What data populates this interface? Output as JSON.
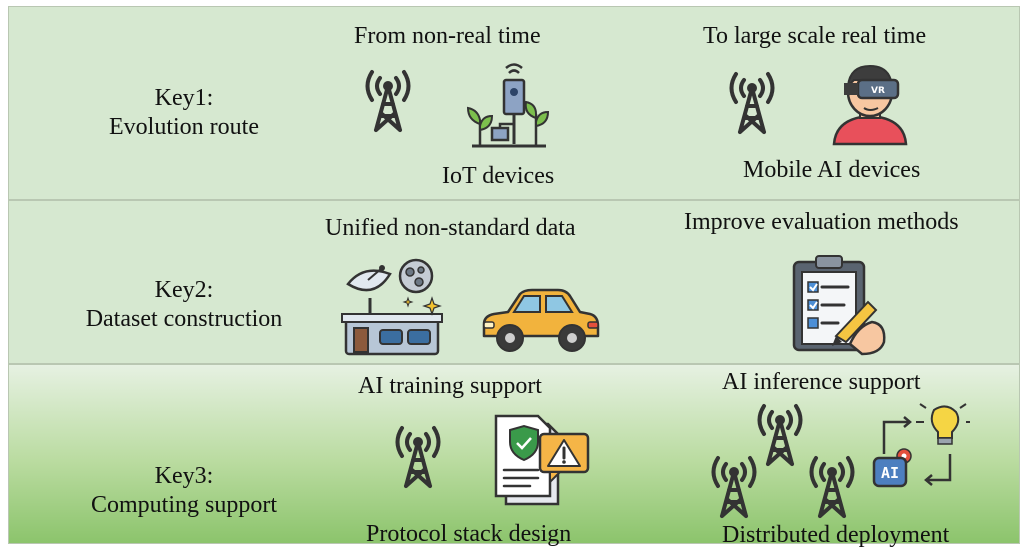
{
  "rows": [
    {
      "key_line1": "Key1:",
      "key_line2": "Evolution route",
      "left_heading": "From  non-real time",
      "left_caption": "IoT devices",
      "right_heading": "To large scale real time",
      "right_caption": "Mobile AI devices"
    },
    {
      "key_line1": "Key2:",
      "key_line2": "Dataset construction",
      "left_heading": "Unified non-standard data",
      "right_heading": "Improve evaluation methods"
    },
    {
      "key_line1": "Key3:",
      "key_line2": "Computing support",
      "left_heading": "AI training  support",
      "left_caption": "Protocol stack design",
      "right_heading": "AI inference  support",
      "right_caption": "Distributed deployment",
      "ai_chip_label": "AI"
    }
  ],
  "icons": {
    "row1_left": [
      "antenna-tower-icon",
      "iot-sensor-plants-icon"
    ],
    "row1_right": [
      "antenna-tower-icon",
      "vr-headset-user-icon"
    ],
    "row2_left": [
      "satellite-dish-station-icon",
      "car-icon"
    ],
    "row2_right": [
      "clipboard-checklist-icon"
    ],
    "row3_left": [
      "antenna-tower-icon",
      "protocol-document-warning-icon"
    ],
    "row3_right": [
      "antenna-tower-icon",
      "ai-chip-lightbulb-icon"
    ],
    "vr_label": "VR"
  },
  "colors": {
    "band": "#d6e8d0",
    "band_bottom": "#8cc46c",
    "icon_stroke": "#333333",
    "tower_blue": "#3b5a82",
    "car_yellow": "#f2b33d",
    "alert_orange": "#f5b547",
    "shield_green": "#3a9a4a"
  }
}
